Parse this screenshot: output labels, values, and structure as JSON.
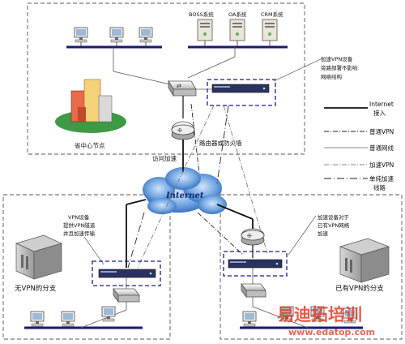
{
  "servers": {
    "boss": "BOSS系统",
    "oa": "OA系统",
    "crm": "CRM系统"
  },
  "hq": {
    "node_label": "省中心节点",
    "router_label": "路由器或防火墙",
    "access_label": "访问加速"
  },
  "annotations": {
    "top_note": [
      "加速VPN设备",
      "旁路部署不影响",
      "网络结构"
    ],
    "left_note": [
      "VPN设备",
      "提供VPN隧道",
      "并且加速传输"
    ],
    "right_note": [
      "加速设备对于",
      "已有VPN网络",
      "加速"
    ]
  },
  "branches": {
    "left": "无VPN的分支",
    "right": "已有VPN的分支"
  },
  "cloud_label": "Internet",
  "legend": {
    "items": [
      {
        "label": "Internet",
        "label2": "接入",
        "style": "solid-thick"
      },
      {
        "label": "普通VPN",
        "style": "dash-dot"
      },
      {
        "label": "普通网线",
        "style": "thin-gray"
      },
      {
        "label": "加速VPN",
        "style": "dash-dot-gray"
      },
      {
        "label": "单纯加速",
        "label2": "线路",
        "style": "dash-dot-long"
      }
    ]
  },
  "watermark": {
    "brand": "易迪拓培训",
    "url": "www.edatop.com"
  },
  "colors": {
    "vpn_box_border": "#1a1a8c",
    "cloud": "#3a78c8",
    "watermark": "#e0402a",
    "device": "#2b3260"
  }
}
